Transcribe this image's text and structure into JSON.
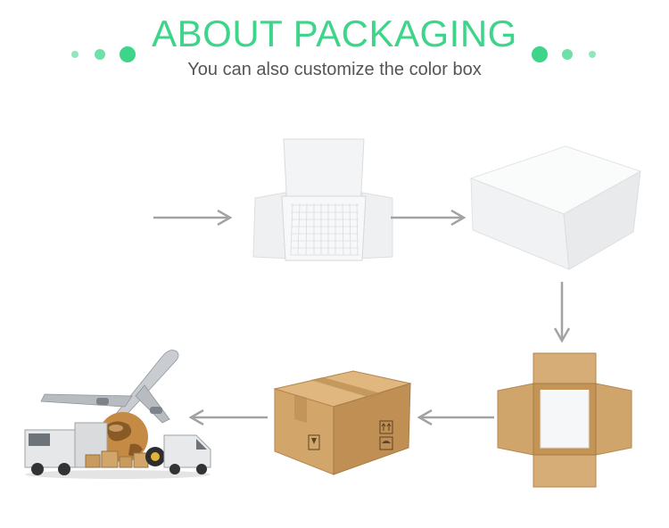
{
  "header": {
    "title": "ABOUT PACKAGING",
    "subtitle": "You can also customize the color box"
  },
  "colors": {
    "accent": "#3ed58a",
    "accent_light": "#8fe8bd",
    "subtitle_text": "#555555",
    "arrow": "#a3a3a3",
    "kraft": "#d0a56c",
    "kraft_dark": "#b4874f",
    "box_white": "#f5f6f7"
  },
  "flow": [
    {
      "step": "open-tray-box"
    },
    {
      "step": "closed-white-box"
    },
    {
      "step": "open-carton-with-white-box"
    },
    {
      "step": "sealed-shipping-carton"
    },
    {
      "step": "global-logistics-delivery"
    }
  ],
  "icons": [
    "arrow-right-icon",
    "arrow-down-icon",
    "arrow-left-icon",
    "fragile-glass-icon",
    "this-side-up-icon",
    "keep-dry-icon"
  ]
}
